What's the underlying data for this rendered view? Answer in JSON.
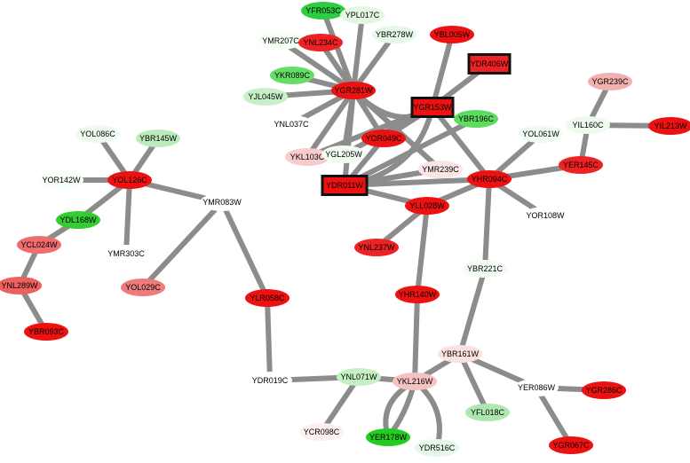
{
  "network": {
    "nodes": [
      {
        "id": "YFR053C",
        "color": "#2ecc40"
      },
      {
        "id": "YPL017C",
        "color": "#e3f7e3"
      },
      {
        "id": "YMR207C",
        "color": "#f5fff5"
      },
      {
        "id": "YNL234C",
        "color": "#ee2222"
      },
      {
        "id": "YBR278W",
        "color": "#e7f8e7"
      },
      {
        "id": "YBL005W",
        "color": "#ee1111"
      },
      {
        "id": "YDR406W",
        "color": "#ee2222",
        "highlight": true
      },
      {
        "id": "YKR089C",
        "color": "#66dd66"
      },
      {
        "id": "YGR281W",
        "color": "#ee1111"
      },
      {
        "id": "YJL045W",
        "color": "#c8f0c8"
      },
      {
        "id": "YGR153W",
        "color": "#ee1111",
        "highlight": true
      },
      {
        "id": "YBR196C",
        "color": "#5ddc5d"
      },
      {
        "id": "YNL037C",
        "color": "#ffffff"
      },
      {
        "id": "YOR049C",
        "color": "#ee1111"
      },
      {
        "id": "YKL103C",
        "color": "#f8cccc"
      },
      {
        "id": "YGL205W",
        "color": "#f2fcf2"
      },
      {
        "id": "YMR239C",
        "color": "#fbe6e6"
      },
      {
        "id": "YDR011W",
        "color": "#ee1111",
        "highlight": true
      },
      {
        "id": "YHR094C",
        "color": "#ee1111"
      },
      {
        "id": "YOL061W",
        "color": "#f2fcf2"
      },
      {
        "id": "YGR239C",
        "color": "#f3b0b0"
      },
      {
        "id": "YIL160C",
        "color": "#eefaee"
      },
      {
        "id": "YIL213W",
        "color": "#ee1111"
      },
      {
        "id": "YER145C",
        "color": "#ee2222"
      },
      {
        "id": "YOR108W",
        "color": "#ffffff"
      },
      {
        "id": "YLL028W",
        "color": "#ee1111"
      },
      {
        "id": "YNL237W",
        "color": "#ee2222"
      },
      {
        "id": "YBR221C",
        "color": "#f2fcf2"
      },
      {
        "id": "YHR140W",
        "color": "#ee1111"
      },
      {
        "id": "YBR161W",
        "color": "#fbe1e1"
      },
      {
        "id": "YER086W",
        "color": "#ffffff"
      },
      {
        "id": "YGR286C",
        "color": "#ee1111"
      },
      {
        "id": "YGR067C",
        "color": "#ee1111"
      },
      {
        "id": "YFL018C",
        "color": "#aee8ae"
      },
      {
        "id": "YKL216W",
        "color": "#f5c2c2"
      },
      {
        "id": "YNL071W",
        "color": "#c4f0c4"
      },
      {
        "id": "YDR019C",
        "color": "#ffffff"
      },
      {
        "id": "YCR098C",
        "color": "#fff0f0"
      },
      {
        "id": "YER178W",
        "color": "#22cc22"
      },
      {
        "id": "YDR516C",
        "color": "#e8f8e8"
      },
      {
        "id": "YLR058C",
        "color": "#ee1111"
      },
      {
        "id": "YMR083W",
        "color": "#ffffff"
      },
      {
        "id": "YOL029C",
        "color": "#ef7b7b"
      },
      {
        "id": "YOL126C",
        "color": "#ee1111"
      },
      {
        "id": "YOL086C",
        "color": "#f0fbf0"
      },
      {
        "id": "YBR145W",
        "color": "#bcecbc"
      },
      {
        "id": "YOR142W",
        "color": "#f5fff5"
      },
      {
        "id": "YDL168W",
        "color": "#33cc33"
      },
      {
        "id": "YMR303C",
        "color": "#ffffff"
      },
      {
        "id": "YCL024W",
        "color": "#ef6d6d"
      },
      {
        "id": "YNL289W",
        "color": "#ef6060"
      },
      {
        "id": "YBR093C",
        "color": "#ee1111"
      }
    ],
    "edges": [
      [
        "YGR281W",
        "YFR053C"
      ],
      [
        "YGR281W",
        "YPL017C"
      ],
      [
        "YGR281W",
        "YMR207C"
      ],
      [
        "YGR281W",
        "YNL234C"
      ],
      [
        "YGR281W",
        "YBR278W"
      ],
      [
        "YGR281W",
        "YKR089C"
      ],
      [
        "YGR281W",
        "YJL045W"
      ],
      [
        "YGR281W",
        "YNL037C"
      ],
      [
        "YGR281W",
        "YOR049C"
      ],
      [
        "YGR281W",
        "YKL103C"
      ],
      [
        "YGR281W",
        "YGL205W"
      ],
      [
        "YGR281W",
        "YDR011W"
      ],
      [
        "YGR281W",
        "YGR153W"
      ],
      [
        "YGR281W",
        "YMR239C"
      ],
      [
        "YGR153W",
        "YBL005W"
      ],
      [
        "YGR153W",
        "YDR406W"
      ],
      [
        "YGR153W",
        "YDR011W"
      ],
      [
        "YGR153W",
        "YOR049C"
      ],
      [
        "YGR153W",
        "YKL103C"
      ],
      [
        "YGR153W",
        "YHR094C"
      ],
      [
        "YGR153W",
        "YGL205W"
      ],
      [
        "YDR011W",
        "YBR196C"
      ],
      [
        "YDR011W",
        "YOR049C"
      ],
      [
        "YDR011W",
        "YHR094C"
      ],
      [
        "YDR011W",
        "YLL028W"
      ],
      [
        "YDR011W",
        "YMR239C"
      ],
      [
        "YHR094C",
        "YOL061W"
      ],
      [
        "YHR094C",
        "YER145C"
      ],
      [
        "YHR094C",
        "YOR108W"
      ],
      [
        "YHR094C",
        "YLL028W"
      ],
      [
        "YHR094C",
        "YBR221C"
      ],
      [
        "YER145C",
        "YIL160C"
      ],
      [
        "YIL160C",
        "YGR239C"
      ],
      [
        "YIL160C",
        "YIL213W"
      ],
      [
        "YLL028W",
        "YNL237W"
      ],
      [
        "YLL028W",
        "YHR140W"
      ],
      [
        "YHR140W",
        "YKL216W"
      ],
      [
        "YBR221C",
        "YBR161W"
      ],
      [
        "YBR161W",
        "YKL216W"
      ],
      [
        "YBR161W",
        "YFL018C"
      ],
      [
        "YBR161W",
        "YER086W"
      ],
      [
        "YER086W",
        "YGR286C"
      ],
      [
        "YER086W",
        "YGR067C"
      ],
      [
        "YKL216W",
        "YNL071W"
      ],
      [
        "YKL216W",
        "YER178W"
      ],
      [
        "YKL216W",
        "YDR516C"
      ],
      [
        "YNL071W",
        "YDR019C"
      ],
      [
        "YNL071W",
        "YCR098C"
      ],
      [
        "YDR019C",
        "YLR058C"
      ],
      [
        "YLR058C",
        "YMR083W"
      ],
      [
        "YMR083W",
        "YOL126C"
      ],
      [
        "YMR083W",
        "YOL029C"
      ],
      [
        "YOL126C",
        "YOL086C"
      ],
      [
        "YOL126C",
        "YBR145W"
      ],
      [
        "YOL126C",
        "YOR142W"
      ],
      [
        "YOL126C",
        "YDL168W"
      ],
      [
        "YOL126C",
        "YMR303C"
      ],
      [
        "YDL168W",
        "YCL024W"
      ],
      [
        "YCL024W",
        "YNL289W"
      ],
      [
        "YNL289W",
        "YBR093C"
      ]
    ]
  }
}
